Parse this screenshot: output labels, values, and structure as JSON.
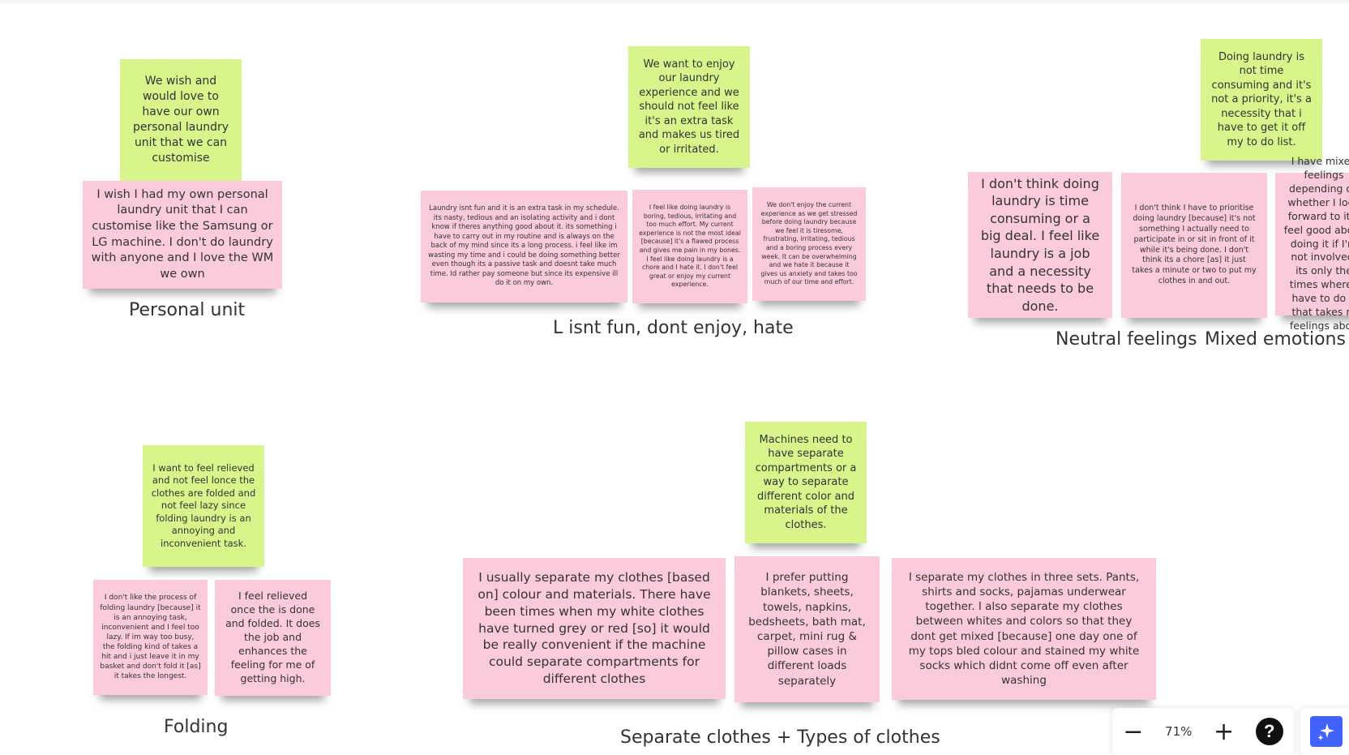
{
  "board": {
    "groups": [
      {
        "label": "Personal unit",
        "notes": [
          {
            "color": "green",
            "text": "We wish and would love to have our own personal laundry unit that we can customise"
          },
          {
            "color": "pink",
            "text": "I wish I had my own personal laundry unit that I can customise like the Samsung or LG machine. I don't do laundry with anyone and I love the WM we own"
          }
        ]
      },
      {
        "label": "L isnt fun, dont enjoy, hate",
        "notes": [
          {
            "color": "green",
            "text": "We want to enjoy our laundry experience and we should not feel like it's an extra task and makes us tired or irritated."
          },
          {
            "color": "pink",
            "text": "Laundry isnt fun and it is an extra task in my schedule. its nasty, tedious and an isolating activity and i dont know if theres anything good about it. its something i have to carry out in my routine and is always on the back of my mind since its a long process. i feel like im wasting my time and i could be doing something better even though its a passive task and doesnt take much time. Id rather pay someone but since its expensive ill do it on my own."
          },
          {
            "color": "pink",
            "text": "I feel like doing laundry is boring, tedious, irritating and too much effort. My current experience is not the most ideal [because] it's a flawed process and gives me pain in my bones. I feel like doing laundry is a chore and I hate it. I don't feel great or enjoy my current experience."
          },
          {
            "color": "pink",
            "text": "We don't enjoy the current experience as we get stressed before doing laundry because we feel it is tiresome, frustrating, irritating, tedious and a boring process every week. It can be overwhelming and we hate it because it gives us anxiety and takes too much of our time and effort."
          }
        ]
      },
      {
        "label": "Neutral feelings",
        "notes": [
          {
            "color": "pink",
            "text": "I don't think doing laundry is time consuming or a big deal. I feel like laundry is a job and a necessity that needs to be done."
          }
        ]
      },
      {
        "label": "Mixed emotions",
        "notes": [
          {
            "color": "green",
            "text": "Doing laundry is not time consuming and it's not a priority, it's a necessity that i have to get it off my to do list."
          },
          {
            "color": "pink",
            "text": "I don't think I have to prioritise doing laundry [because] it's not something I actually need to participate in or sit in front of it while it's being done. I don't think its a chore [as] it just takes a minute or two to put my clothes in and out."
          },
          {
            "color": "pink",
            "text": "I have mixed feelings depending on whether I look forward to it, I feel good about doing it if I'm not involved. its only the times where i have to do it that takes m feelings abou"
          }
        ]
      },
      {
        "label": "Folding",
        "notes": [
          {
            "color": "green",
            "text": "I want to feel relieved and not feel lonce the clothes are folded and not feel lazy since folding laundry is an annoying and inconvenient task."
          },
          {
            "color": "pink",
            "text": "I don't like the process of folding laundry [because] it is an annoying task, inconvenient and I feel too lazy. If im way too busy, the folding kind of takes a hit and i just leave it in my basket and don't fold it [as] it takes the longest."
          },
          {
            "color": "pink",
            "text": "I feel relieved once the is done and folded. It does the job and enhances the feeling for me of getting high."
          }
        ]
      },
      {
        "label": "Separate clothes + Types of clothes",
        "notes": [
          {
            "color": "green",
            "text": "Machines need to have separate compartments or a way to separate different color and materials of the clothes."
          },
          {
            "color": "pink",
            "text": "I usually separate my clothes [based on] colour and materials. There have been times when my white clothes have turned grey or red [so] it would be really convenient if the machine could separate compartments  for different clothes"
          },
          {
            "color": "pink",
            "text": "I prefer putting blankets, sheets, towels, napkins, bedsheets, bath mat, carpet, mini rug & pillow cases in different loads separately"
          },
          {
            "color": "pink",
            "text": "I separate my clothes in three sets. Pants, shirts and socks, pajamas underwear together. I also separate my clothes between whites and colors so that they dont get mixed [because] one day one of my tops bled colour and stained my white socks which didnt come off even after washing"
          }
        ]
      }
    ]
  },
  "colors": {
    "green_note": "#d7f58b",
    "pink_note": "#fccbdb",
    "ai_button": "#4262ff"
  },
  "toolbar": {
    "zoom_out_icon": "minus-icon",
    "zoom_level": "71%",
    "zoom_in_icon": "plus-icon",
    "help_icon": "help-icon",
    "ai_icon": "sparkle-icon"
  }
}
